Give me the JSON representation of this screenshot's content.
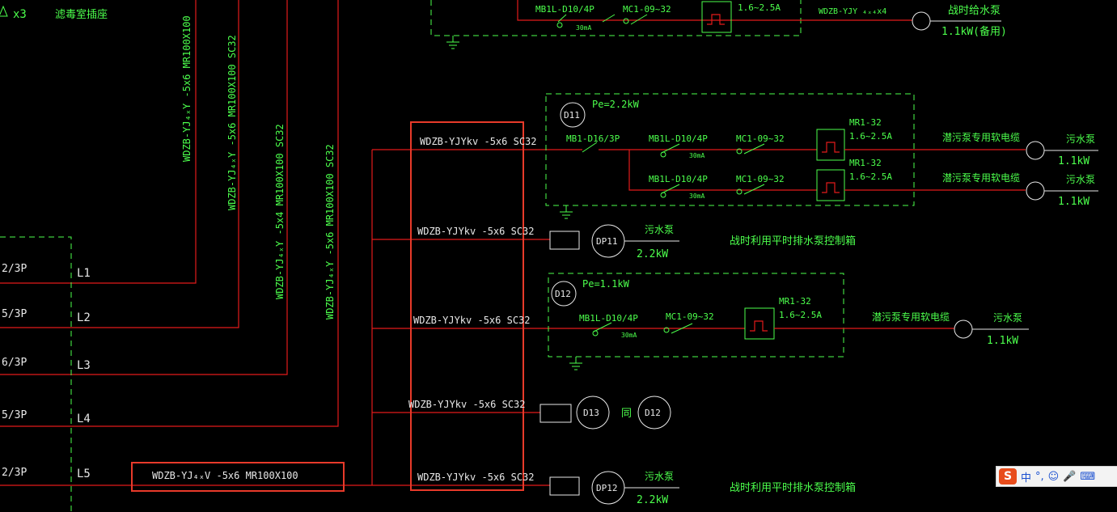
{
  "top": {
    "x3_label": "x3",
    "room_label": "滤毒室插座",
    "mb_top": "MB1L-D10/4P",
    "mc_top": "MC1-09~32",
    "ma_top": "30mA",
    "range_top": "1.6~2.5A",
    "cable_top": "WDZB-YJY ₄ₓ₄x4",
    "pump_top": "战时给水泵",
    "power_top": "1.1kW(备用)"
  },
  "risers": [
    {
      "label": "WDZB-YJ₄ₓY   -5x6 MR100X100"
    },
    {
      "label": "WDZB-YJ₄ₓY   -5x6 MR100X100 SC32"
    },
    {
      "label": "WDZB-YJ₄ₓY   -5x4 MR100X100 SC32"
    },
    {
      "label": "WDZB-YJ₄ₓY   -5x6 MR100X100 SC32"
    }
  ],
  "breakers": [
    {
      "rating": "2/3P",
      "line": "L1"
    },
    {
      "rating": "5/3P",
      "line": "L2"
    },
    {
      "rating": "6/3P",
      "line": "L3"
    },
    {
      "rating": "5/3P",
      "line": "L4"
    },
    {
      "rating": "2/3P",
      "line": "L5"
    }
  ],
  "feeders": [
    {
      "cable": "WDZB-YJYkv -5x6 SC32"
    },
    {
      "cable": "WDZB-YJYkv -5x6 SC32"
    },
    {
      "cable": "WDZB-YJYkv -5x6 SC32"
    },
    {
      "cable": "WDZB-YJYkv -5x6 SC32"
    },
    {
      "cable": "WDZB-YJYkv -5x6 SC32"
    }
  ],
  "main_cable": "WDZB-YJ₄ₓV  -5x6 MR100X100",
  "d11": {
    "id": "D11",
    "pe": "Pe=2.2kW",
    "mb_main": "MB1-D16/3P",
    "branch1": {
      "mb": "MB1L-D10/4P",
      "ma": "30mA",
      "mc": "MC1-09~32",
      "mr": "MR1-32",
      "range": "1.6~2.5A",
      "cable": "潜污泵专用软电缆",
      "pump": "污水泵",
      "power": "1.1kW"
    },
    "branch2": {
      "mb": "MB1L-D10/4P",
      "ma": "30mA",
      "mc": "MC1-09~32",
      "mr": "MR1-32",
      "range": "1.6~2.5A",
      "cable": "潜污泵专用软电缆",
      "pump": "污水泵",
      "power": "1.1kW"
    }
  },
  "dp11": {
    "id": "DP11",
    "pump": "污水泵",
    "power": "2.2kW",
    "desc": "战时利用平时排水泵控制箱"
  },
  "d12": {
    "id": "D12",
    "pe": "Pe=1.1kW",
    "mb": "MB1L-D10/4P",
    "ma": "30mA",
    "mc": "MC1-09~32",
    "mr": "MR1-32",
    "range": "1.6~2.5A",
    "cable": "潜污泵专用软电缆",
    "pump": "污水泵",
    "power": "1.1kW"
  },
  "d13": {
    "id": "D13",
    "same": "同",
    "ref": "D12"
  },
  "dp12": {
    "id": "DP12",
    "pump": "污水泵",
    "power": "2.2kW",
    "desc": "战时利用平时排水泵控制箱"
  },
  "ime": {
    "chars": [
      "中",
      "°,",
      "☺",
      "🎤",
      "⌨"
    ]
  },
  "highlight_color": "#e83a2a"
}
